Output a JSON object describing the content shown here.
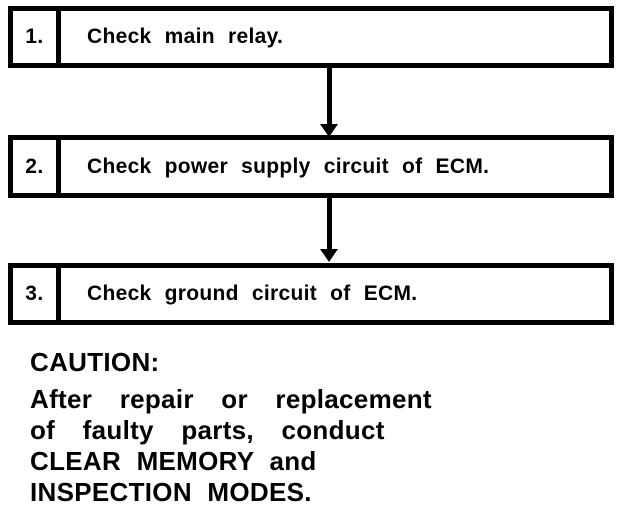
{
  "steps": [
    {
      "number": "1.",
      "label": "Check main relay."
    },
    {
      "number": "2.",
      "label": "Check power supply circuit of ECM."
    },
    {
      "number": "3.",
      "label": "Check ground circuit of ECM."
    }
  ],
  "connectors": [
    {
      "from": "1",
      "to": "2",
      "type": "arrow-down"
    },
    {
      "from": "2",
      "to": "3",
      "type": "arrow-down"
    }
  ],
  "caution": {
    "heading": "CAUTION:",
    "lines": [
      "After repair or replacement",
      "of faulty parts, conduct",
      "CLEAR MEMORY and",
      "INSPECTION MODES."
    ]
  },
  "colors": {
    "ink": "#000000",
    "paper": "#ffffff"
  }
}
